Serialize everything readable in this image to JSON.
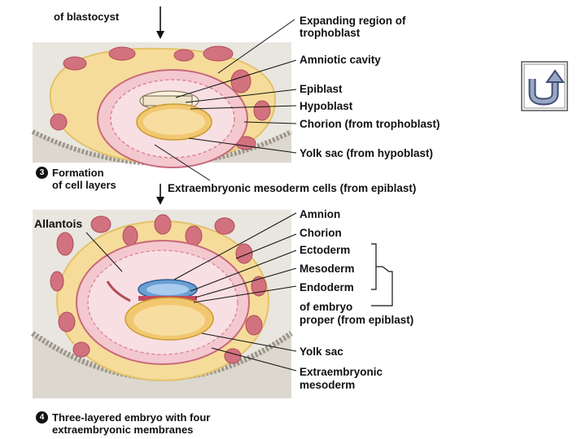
{
  "top_caption": "of blastocyst",
  "stage3": {
    "number": "3",
    "caption_lines": [
      "Formation",
      "of cell layers"
    ],
    "labels": [
      "Expanding region of",
      "trophoblast",
      "Amniotic cavity",
      "Epiblast",
      "Hypoblast",
      "Chorion (from trophoblast)",
      "Yolk sac (from hypoblast)",
      "Extraembryonic mesoderm cells (from epiblast)"
    ]
  },
  "stage4": {
    "number": "4",
    "caption_lines": [
      "Three-layered embryo with four",
      "extraembryonic membranes"
    ],
    "allantois": "Allantois",
    "labels": [
      "Amnion",
      "Chorion",
      "Ectoderm",
      "Mesoderm",
      "Endoderm",
      "of embryo",
      "proper (from epiblast)",
      "Yolk sac",
      "Extraembryonic",
      "mesoderm"
    ]
  },
  "nav": {
    "icon": "return-arrow-icon"
  },
  "colors": {
    "background_tissue": "#e9e6e0",
    "trophoblast": "#f6dc9a",
    "villi": "#d2727e",
    "mesoderm": "#f4c8cf",
    "amnion_blue": "#6a9fd4",
    "yolk": "#f1c870"
  }
}
